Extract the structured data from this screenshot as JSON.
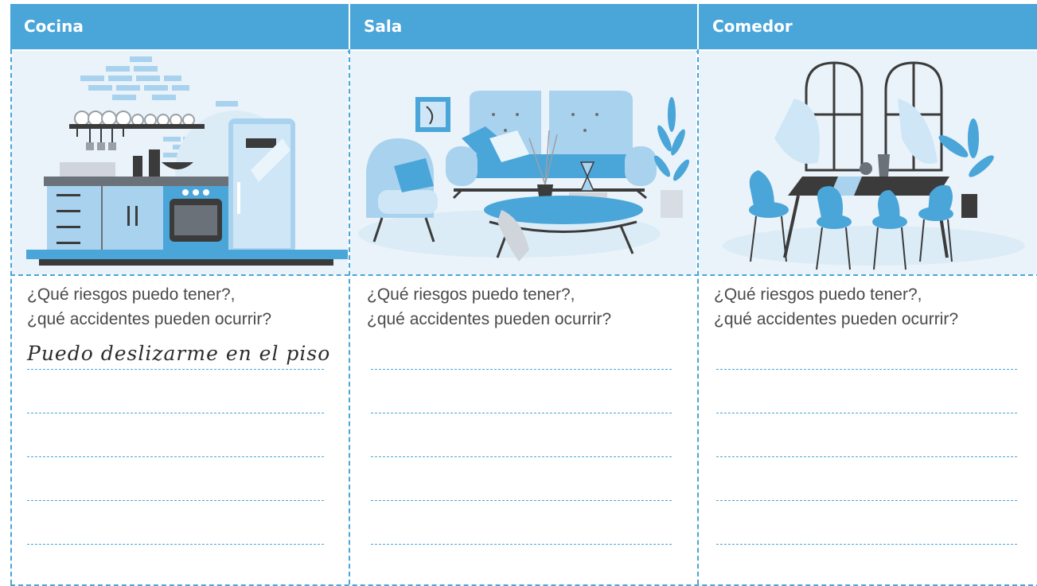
{
  "columns": [
    {
      "header": "Cocina",
      "question_line1": "¿Qué riesgos puedo tener?,",
      "question_line2": "¿qué accidentes pueden ocurrir?",
      "answer": "Puedo deslizarme en el piso"
    },
    {
      "header": "Sala",
      "question_line1": "¿Qué riesgos puedo tener?,",
      "question_line2": "¿qué accidentes pueden ocurrir?",
      "answer": ""
    },
    {
      "header": "Comedor",
      "question_line1": "¿Qué riesgos puedo tener?,",
      "question_line2": "¿qué accidentes pueden ocurrir?",
      "answer": ""
    }
  ],
  "colors": {
    "accent": "#4aa5d9",
    "light_blue": "#a9d2ee",
    "dark": "#3b3b3b"
  },
  "illustrations": [
    "kitchen-illustration",
    "living-room-illustration",
    "dining-room-illustration"
  ]
}
